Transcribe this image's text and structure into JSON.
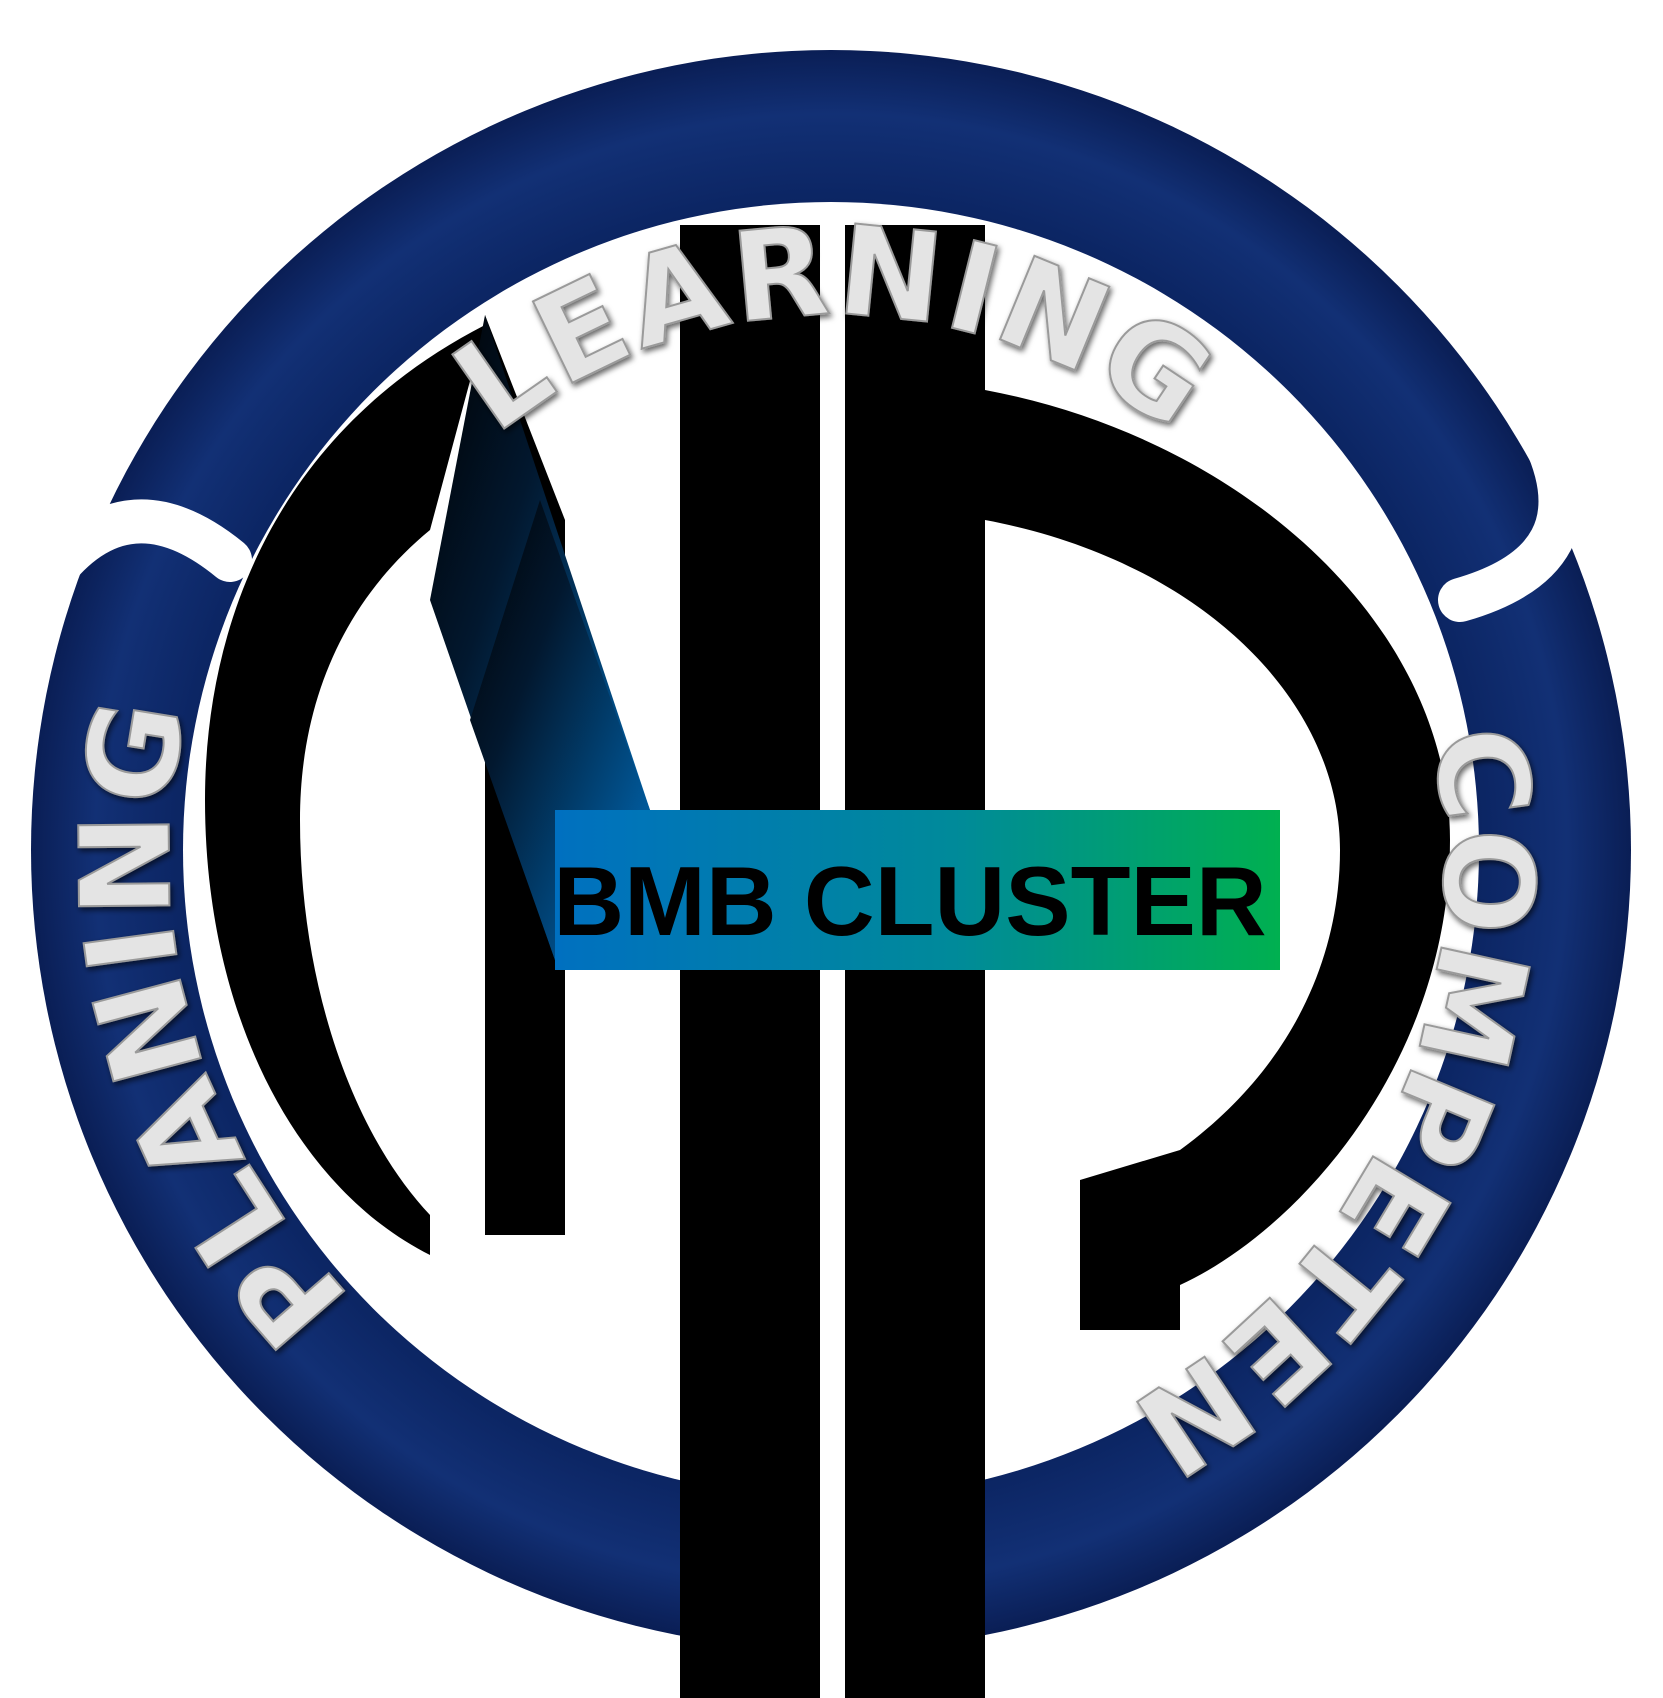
{
  "logo": {
    "top_label": "LEARNING",
    "left_label": "PLANING",
    "right_label": "COMPETEN",
    "center_label": "BMB CLUSTER"
  },
  "colors": {
    "ring_base": "#0d2563",
    "ring_dark": "#061a4d",
    "ring_text": "#e4e4e4",
    "monogram": "#000000",
    "gradient_dark": "#000000",
    "gradient_blue": "#0070c0",
    "gradient_green": "#00b050"
  }
}
